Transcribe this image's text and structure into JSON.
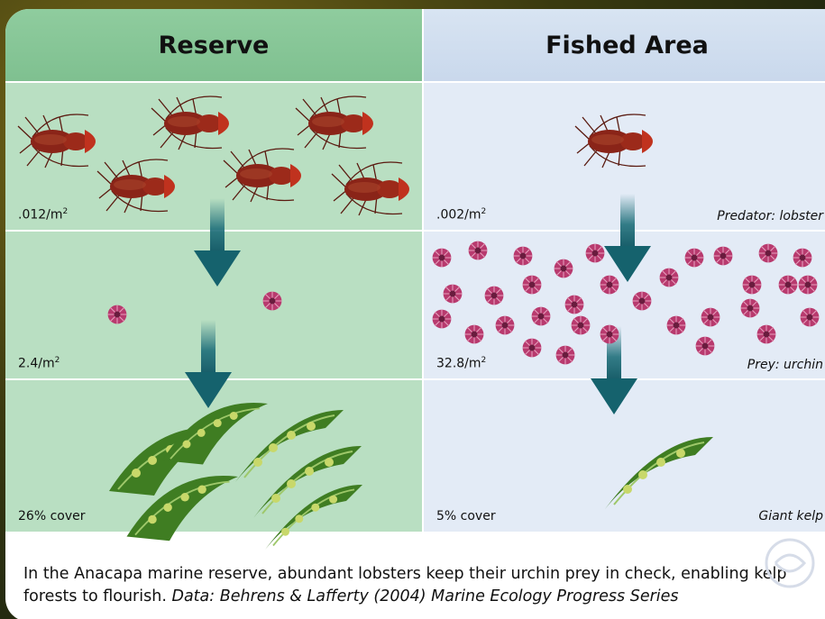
{
  "headers": {
    "reserve": "Reserve",
    "fished": "Fished Area"
  },
  "reserve": {
    "lobster_density": ".012/m",
    "urchin_density": "2.4/m",
    "kelp_cover": "26% cover"
  },
  "fished": {
    "lobster_density": ".002/m",
    "urchin_density": "32.8/m",
    "kelp_cover": "5% cover"
  },
  "unit_superscript": "2",
  "row_labels": {
    "predator": "Predator: lobster",
    "prey": "Prey: urchin",
    "kelp": "Giant kelp"
  },
  "caption": {
    "text": "In the Anacapa marine reserve, abundant lobsters keep their urchin prey in check, enabling kelp forests to flourish.",
    "source": "Data: Behrens & Lafferty (2004) Marine Ecology Progress Series"
  },
  "colors": {
    "reserve_header": "#8fcc9e",
    "reserve_panel": "#b9dfc2",
    "fished_header": "#d8e4f2",
    "fished_panel": "#e3ebf6",
    "arrow": "#1f6f7a",
    "lobster": "#8a2418",
    "urchin": "#b83a6e",
    "kelp": "#3f7d22"
  },
  "icons": {
    "lobster": "lobster-icon",
    "urchin": "urchin-icon",
    "kelp": "kelp-icon",
    "arrow": "down-arrow-icon"
  }
}
